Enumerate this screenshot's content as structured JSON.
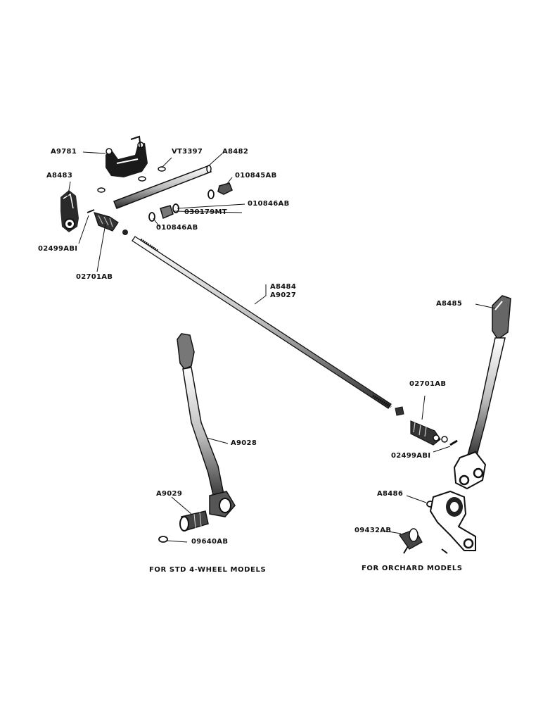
{
  "labels": {
    "a9781": "A9781",
    "vt3397": "VT3397",
    "a8482": "A8482",
    "a8483": "A8483",
    "p010845ab": "010845AB",
    "p010846ab_1": "010846AB",
    "p030179mt": "030179MT",
    "p010846ab_2": "010846AB",
    "p02499abi_1": "02499ABI",
    "p02701ab_1": "02701AB",
    "a8484": "A8484",
    "a9027": "A9027",
    "a8485": "A8485",
    "p02701ab_2": "02701AB",
    "p02499abi_2": "02499ABI",
    "a9028": "A9028",
    "a9029": "A9029",
    "p09640ab": "09640AB",
    "a8486": "A8486",
    "p09432ab": "09432AB"
  },
  "captions": {
    "std": "FOR STD 4-WHEEL MODELS",
    "orchard": "FOR ORCHARD MODELS"
  }
}
